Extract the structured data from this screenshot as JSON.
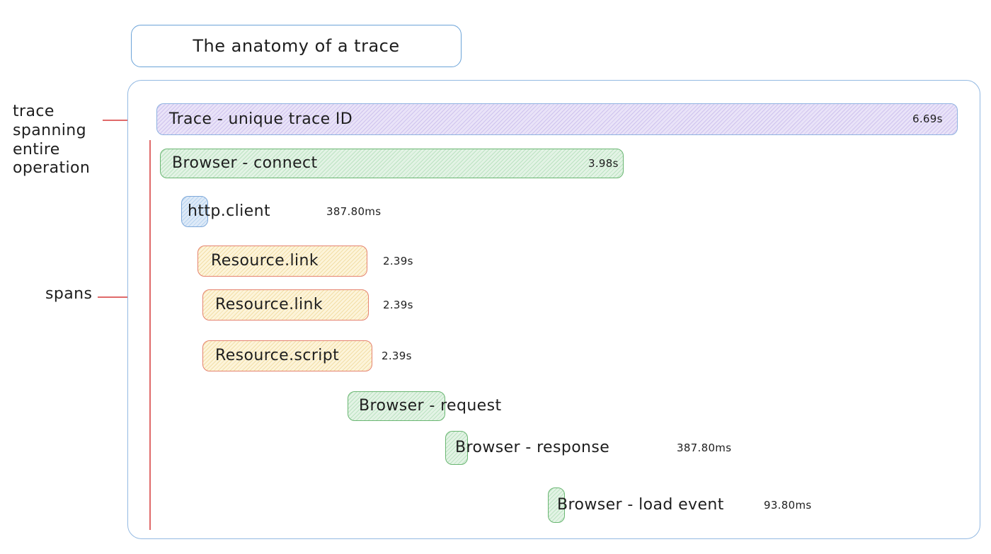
{
  "title": "The anatomy of a trace",
  "annotations": {
    "trace_label": "trace spanning entire operation",
    "spans_label": "spans"
  },
  "spans": [
    {
      "label": "Trace - unique trace ID",
      "duration": "6.69s",
      "color": "purple"
    },
    {
      "label": "Browser - connect",
      "duration": "3.98s",
      "color": "green"
    },
    {
      "label": "http.client",
      "duration": "387.80ms",
      "color": "blue"
    },
    {
      "label": "Resource.link",
      "duration": "2.39s",
      "color": "yellow"
    },
    {
      "label": "Resource.link",
      "duration": "2.39s",
      "color": "yellow"
    },
    {
      "label": "Resource.script",
      "duration": "2.39s",
      "color": "yellow"
    },
    {
      "label": "Browser - request",
      "duration": "",
      "color": "green"
    },
    {
      "label": "Browser - response",
      "duration": "387.80ms",
      "color": "green"
    },
    {
      "label": "Browser - load event",
      "duration": "93.80ms",
      "color": "green"
    }
  ],
  "colors": {
    "purple_fill": "#e9e3f8",
    "purple_hatch": "#cfc3ee",
    "purple_border": "#8fb2e0",
    "green_fill": "#e3f3e5",
    "green_hatch": "#bce3c2",
    "green_border": "#6ab672",
    "blue_fill": "#deeaf8",
    "blue_hatch": "#b9d4ef",
    "blue_border": "#7fa9da",
    "yellow_fill": "#fdf4da",
    "yellow_hatch": "#f2dfa8",
    "yellow_border": "#e5836f",
    "container_border": "#93b9e2",
    "title_border": "#6ba3d8",
    "annotation_red": "#e06a6a",
    "text": "#1e1e1e"
  }
}
